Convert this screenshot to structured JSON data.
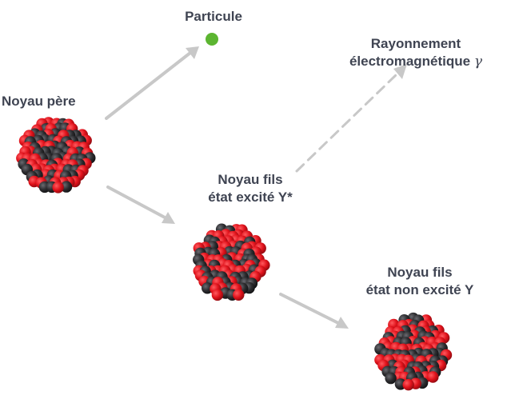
{
  "labels": {
    "noyau_pere": "Noyau père",
    "particule": "Particule",
    "rayonnement_line1": "Rayonnement",
    "rayonnement_line2": "électromagnétique",
    "gamma_symbol": "γ",
    "excite_line1": "Noyau fils",
    "excite_line2": "état excité Y*",
    "nonexcite_line1": "Noyau fils",
    "nonexcite_line2": "état non excité Y"
  },
  "colors": {
    "text": "#3f4452",
    "arrow": "#c8c8c8",
    "particle": "#5cb531",
    "nucleon_red": "#e0121b",
    "nucleon_dark": "#2c2c2f"
  },
  "icons": {
    "particle": "green-dot",
    "nucleus": "nucleon-cluster"
  }
}
